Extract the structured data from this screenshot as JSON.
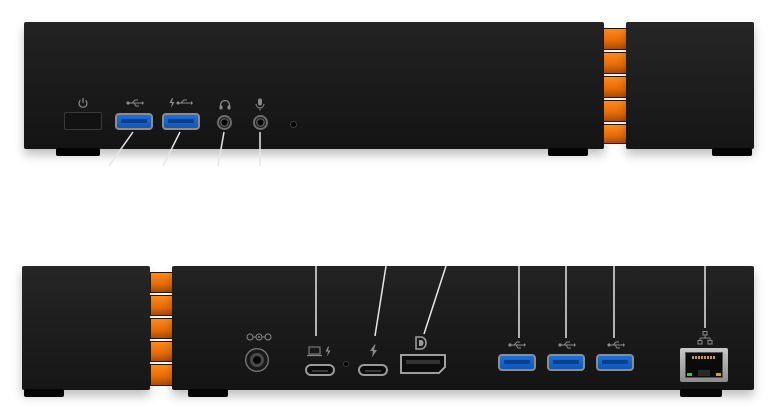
{
  "scene": {
    "front_view": {
      "ports": [
        {
          "id": "power-button"
        },
        {
          "id": "usb-a-1",
          "icon": "usb-icon"
        },
        {
          "id": "usb-a-2",
          "icon": "usb-thunderbolt-icon"
        },
        {
          "id": "headphone-jack",
          "icon": "headphones-icon"
        },
        {
          "id": "microphone-jack",
          "icon": "microphone-icon"
        }
      ]
    },
    "rear_view": {
      "ports": [
        {
          "id": "dc-power-in",
          "icon": "dc-polarity-icon"
        },
        {
          "id": "usb-c-laptop",
          "icon": "laptop-thunderbolt-icon"
        },
        {
          "id": "usb-c-thunderbolt",
          "icon": "thunderbolt-icon"
        },
        {
          "id": "displayport",
          "icon": "displayport-icon"
        },
        {
          "id": "usb-a-3",
          "icon": "usb-icon"
        },
        {
          "id": "usb-a-4",
          "icon": "usb-icon"
        },
        {
          "id": "usb-a-5",
          "icon": "usb-icon"
        },
        {
          "id": "ethernet",
          "icon": "network-icon"
        }
      ]
    },
    "colors": {
      "chassis": "#1c1c1c",
      "accent_orange": "#f07a12",
      "usb_blue": "#1a66cc",
      "callout_lines": "#e9e9e9"
    }
  }
}
